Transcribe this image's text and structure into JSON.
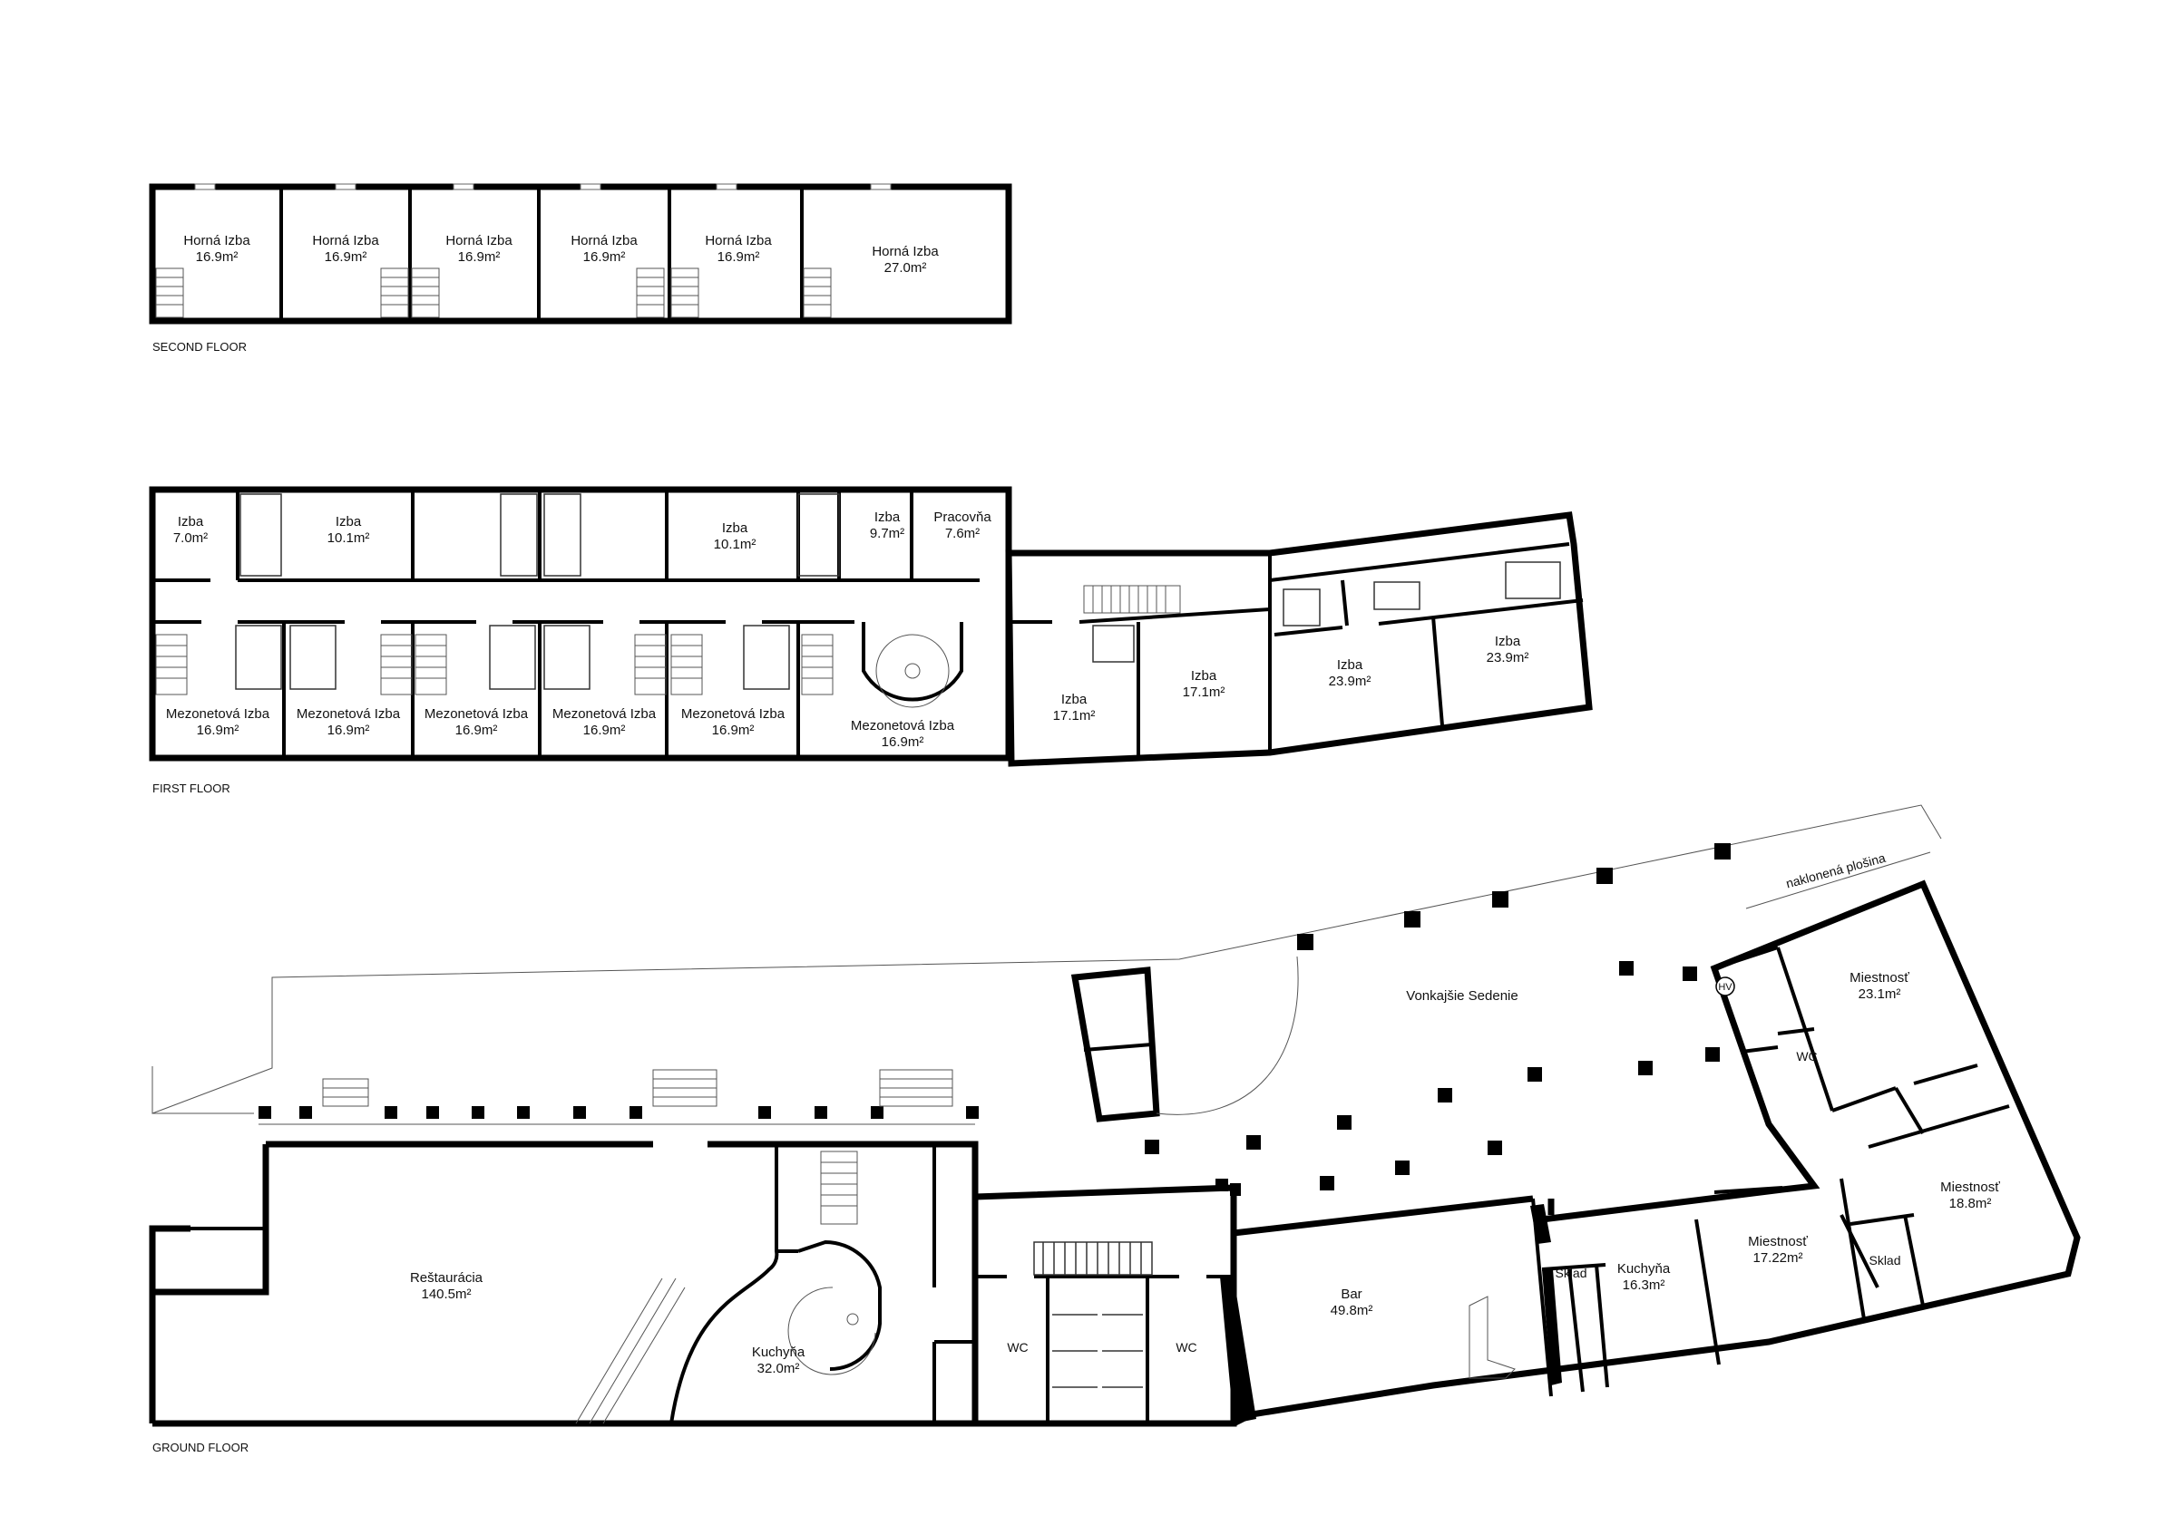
{
  "floors": {
    "second": {
      "label": "SECOND FLOOR",
      "rooms": [
        {
          "name": "Horná Izba",
          "area": "16.9m²"
        },
        {
          "name": "Horná Izba",
          "area": "16.9m²"
        },
        {
          "name": "Horná Izba",
          "area": "16.9m²"
        },
        {
          "name": "Horná Izba",
          "area": "16.9m²"
        },
        {
          "name": "Horná Izba",
          "area": "16.9m²"
        },
        {
          "name": "Horná Izba",
          "area": "27.0m²"
        }
      ]
    },
    "first": {
      "label": "FIRST FLOOR",
      "rooms": [
        {
          "name": "Izba",
          "area": "7.0m²"
        },
        {
          "name": "Izba",
          "area": "10.1m²"
        },
        {
          "name": "Izba",
          "area": "10.1m²"
        },
        {
          "name": "Izba",
          "area": "9.7m²"
        },
        {
          "name": "Pracovňa",
          "area": "7.6m²"
        },
        {
          "name": "Mezonetová Izba",
          "area": "16.9m²"
        },
        {
          "name": "Mezonetová Izba",
          "area": "16.9m²"
        },
        {
          "name": "Mezonetová Izba",
          "area": "16.9m²"
        },
        {
          "name": "Mezonetová Izba",
          "area": "16.9m²"
        },
        {
          "name": "Mezonetová Izba",
          "area": "16.9m²"
        },
        {
          "name": "Mezonetová Izba",
          "area": "16.9m²"
        },
        {
          "name": "Izba",
          "area": "17.1m²"
        },
        {
          "name": "Izba",
          "area": "17.1m²"
        },
        {
          "name": "Izba",
          "area": "23.9m²"
        },
        {
          "name": "Izba",
          "area": "23.9m²"
        }
      ]
    },
    "ground": {
      "label": "GROUND FLOOR",
      "rooms": [
        {
          "name": "Reštaurácia",
          "area": "140.5m²"
        },
        {
          "name": "Kuchyňa",
          "area": "32.0m²"
        },
        {
          "name": "Bar",
          "area": "49.8m²"
        },
        {
          "name": "Kuchyňa",
          "area": "16.3m²"
        },
        {
          "name": "Miestnosť",
          "area": "17.22m²"
        },
        {
          "name": "Miestnosť",
          "area": "23.1m²"
        },
        {
          "name": "Miestnosť",
          "area": "18.8m²"
        },
        {
          "name": "Vonkajšie Sedenie",
          "area": ""
        }
      ],
      "labels": {
        "wc_left": "WC",
        "wc_right": "WC",
        "wc_east": "WC",
        "sklad_1": "Sklad",
        "sklad_2": "Sklad",
        "ramp": "naklonená plošina",
        "hv": "HV"
      }
    }
  }
}
